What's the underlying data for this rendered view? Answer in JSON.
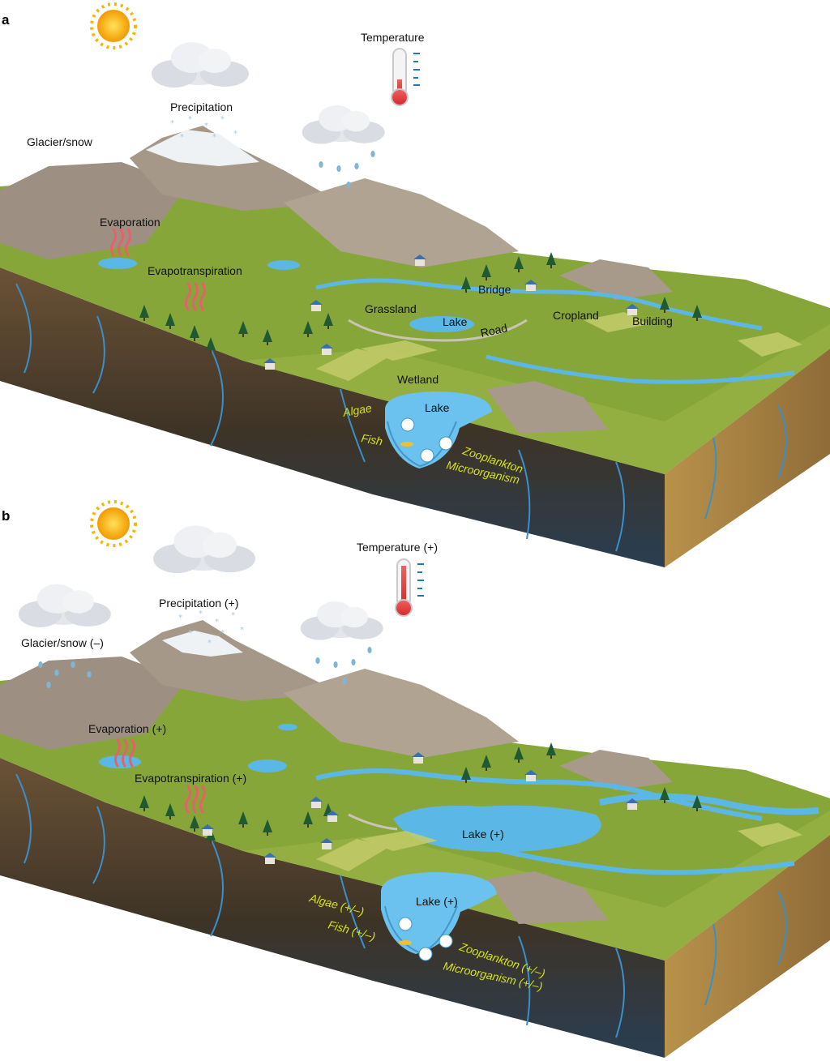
{
  "panel_a": {
    "letter": "a",
    "temperature": "Temperature",
    "precipitation": "Precipitation",
    "glacier": "Glacier/snow",
    "evaporation": "Evaporation",
    "evapotranspiration": "Evapotranspiration",
    "grassland": "Grassland",
    "lake_upper": "Lake",
    "road": "Road",
    "bridge": "Bridge",
    "cropland": "Cropland",
    "building": "Building",
    "wetland": "Wetland",
    "lake_main": "Lake",
    "algae": "Algae",
    "fish": "Fish",
    "zooplankton": "Zooplankton",
    "microorganism": "Microorganism"
  },
  "panel_b": {
    "letter": "b",
    "temperature": "Temperature (+)",
    "precipitation": "Precipitation (+)",
    "glacier": "Glacier/snow (–)",
    "evaporation": "Evaporation (+)",
    "evapotranspiration": "Evapotranspiration (+)",
    "lake_upper": "Lake (+)",
    "lake_main": "Lake (+)",
    "algae": "Algae (+/–)",
    "fish": "Fish (+/–)",
    "zooplankton": "Zooplankton (+/–)",
    "microorganism": "Microorganism (+/–)"
  },
  "colors": {
    "sun": "#f7b500",
    "grass": "#8aa83a",
    "water": "#5bb8e6",
    "soil": "#5a4632",
    "bedrock": "#2f4a63",
    "mountain": "#a89a8a",
    "biota_label": "#d6e21c",
    "thermometer_red": "#e53a3a"
  },
  "icons": [
    "sun-icon",
    "cloud-icon",
    "thermometer-icon",
    "heat-wave-icon",
    "tree-icon",
    "house-icon"
  ]
}
